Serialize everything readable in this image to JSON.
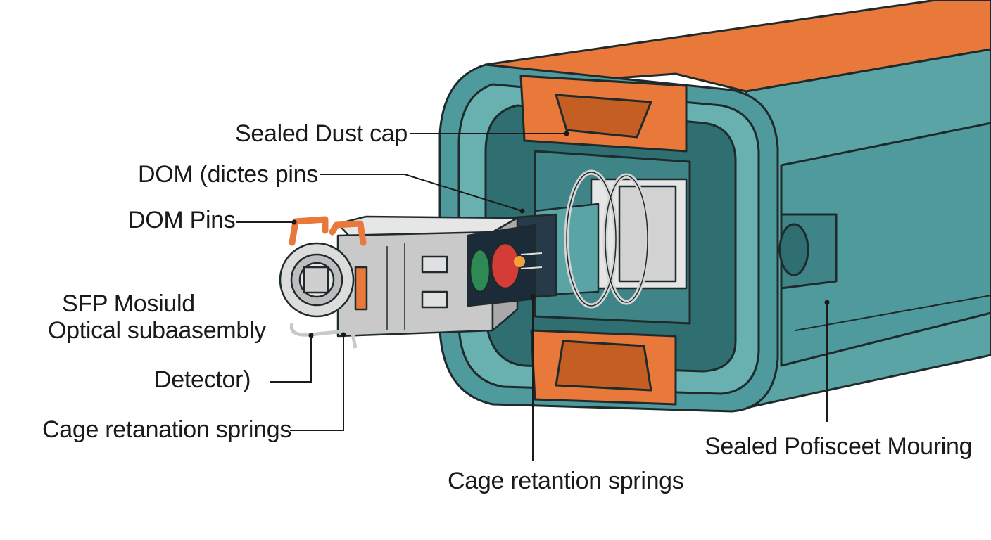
{
  "labels": {
    "sealed_dust_cap": "Sealed Dust cap",
    "dom_dictes_pins": "DOM (dictes pins",
    "dom_pins": "DOM Pins",
    "sfp_module_line1": "SFP Mosiuld",
    "sfp_module_line2": "Optical subaasembly",
    "detector": "Detector)",
    "cage_springs_left": "Cage retanation springs",
    "cage_springs_bottom": "Cage retantion springs",
    "sealed_housing": "Sealed Pofisceet Mouring"
  },
  "colors": {
    "housing_teal": "#4f9a9c",
    "housing_dark": "#2c6264",
    "housing_light": "#69b0b1",
    "accent_orange": "#e8793a",
    "metal_gray": "#c9c9c9",
    "outline": "#1f2a2c"
  }
}
